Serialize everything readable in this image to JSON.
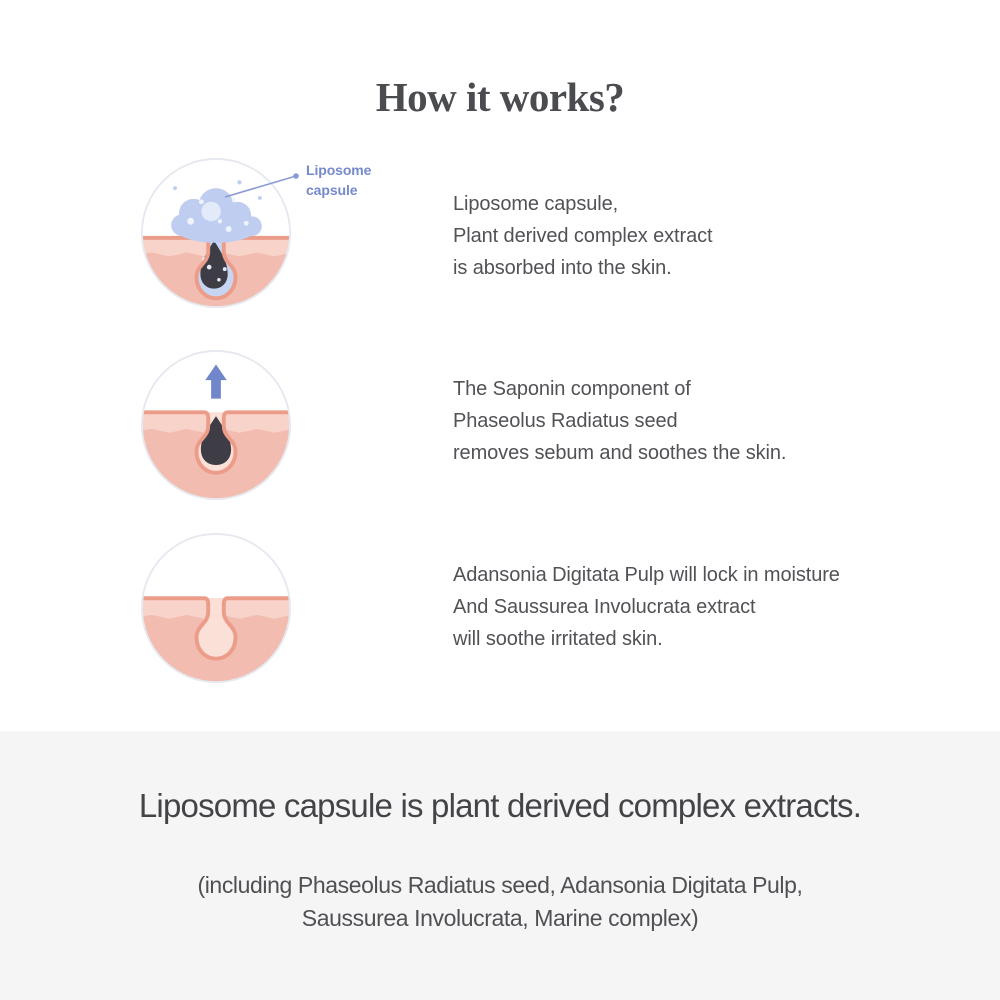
{
  "page": {
    "title": "How it works?"
  },
  "steps": [
    {
      "illustration": "pore-absorbing-liposome-capsules",
      "label_line1": "Liposome",
      "label_line2": "capsule",
      "lines": [
        "Liposome capsule,",
        "Plant derived complex extract",
        "is absorbed into the skin."
      ]
    },
    {
      "illustration": "sebum-lifting-out-of-pore-arrow",
      "lines": [
        "The Saponin component of",
        "Phaseolus Radiatus seed",
        "removes sebum and soothes the skin."
      ]
    },
    {
      "illustration": "clean-soothed-empty-pore",
      "lines": [
        "Adansonia Digitata Pulp will lock in moisture",
        "And Saussurea Involucrata extract",
        "will soothe irritated skin."
      ]
    }
  ],
  "footer": {
    "heading": "Liposome capsule is plant derived complex extracts.",
    "subtext_line1": "(including Phaseolus Radiatus seed, Adansonia Digitata Pulp,",
    "subtext_line2": "Saussurea Involucrata, Marine complex)"
  },
  "colors": {
    "accent_periwinkle": "#7186cb",
    "label_blue": "#7589cd",
    "bubble_blue": "#bfcdf1",
    "skin_light": "#f8d3c9",
    "skin_dark": "#f2bdb0",
    "skin_outline": "#eb9d8a",
    "pore_interior": "#fbe0d8",
    "sebum_dark": "#3e3d45",
    "footer_background": "#f5f5f6",
    "text_gray": "#515256"
  }
}
